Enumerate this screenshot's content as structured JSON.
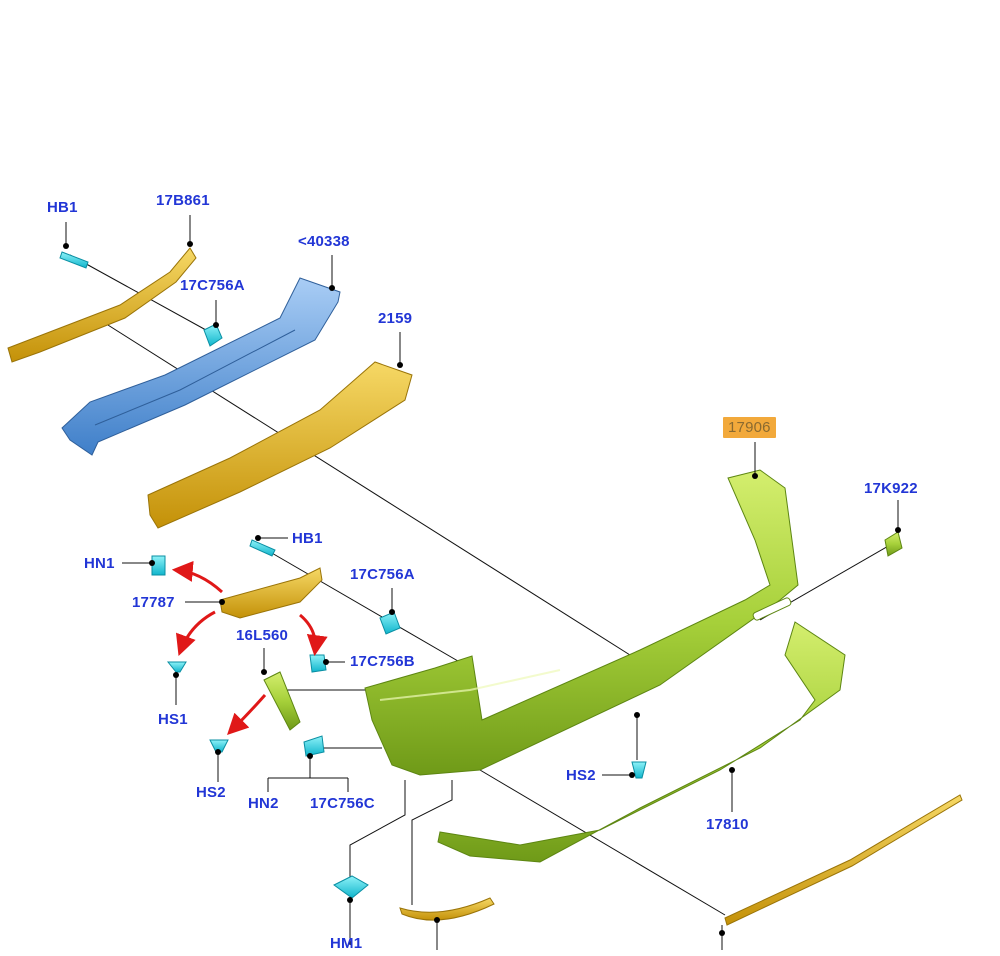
{
  "callouts": {
    "hb1_top": "HB1",
    "p17b861": "17B861",
    "p40338": "<40338",
    "p17c756a_top": "17C756A",
    "p2159": "2159",
    "p17906": "17906",
    "p17k922": "17K922",
    "hb1_mid": "HB1",
    "hn1": "HN1",
    "p17c756a_mid": "17C756A",
    "p17787": "17787",
    "p16l560": "16L560",
    "p17c756b": "17C756B",
    "hs1": "HS1",
    "hs2_left": "HS2",
    "hn2": "HN2",
    "p17c756c": "17C756C",
    "hs2_right": "HS2",
    "p17810": "17810",
    "hm1": "HM1"
  },
  "highlighted_part": "17906",
  "colors": {
    "label": "#2236d6",
    "highlight": "#f2a93b",
    "leader": "#111111",
    "arrow": "#e01818",
    "bumper_green": "#a6d03a",
    "reinforcement_blue": "#5f9ee0",
    "bracket_yellow": "#e0b21a",
    "fastener_cyan": "#27d6e8"
  }
}
